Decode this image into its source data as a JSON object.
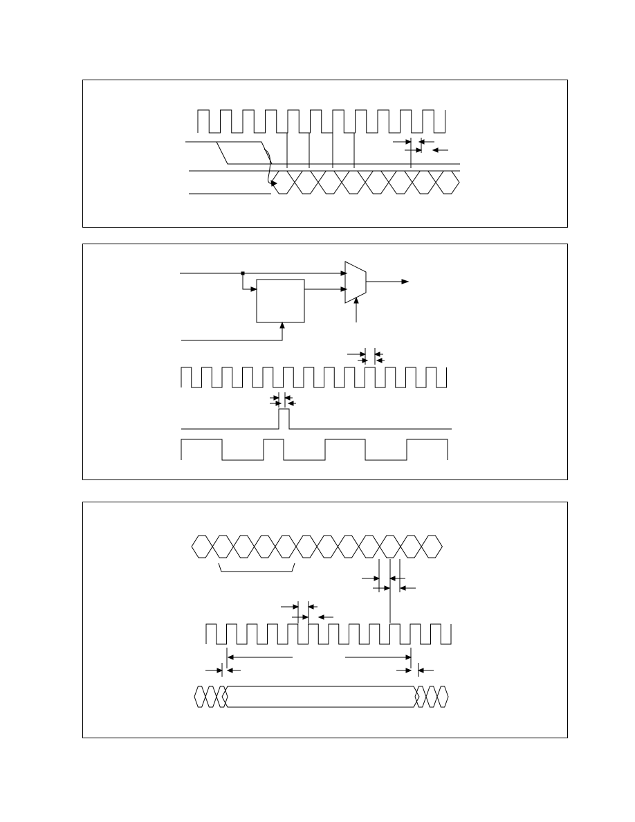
{
  "colors": {
    "line": "#000000",
    "background": "#ffffff",
    "frame": "#000000"
  },
  "panels": [
    {
      "id": "timing-burst-read",
      "description_visible_text": ""
    },
    {
      "id": "clock-mux-circuit",
      "description_visible_text": ""
    },
    {
      "id": "serial-data-timing",
      "description_visible_text": ""
    }
  ]
}
